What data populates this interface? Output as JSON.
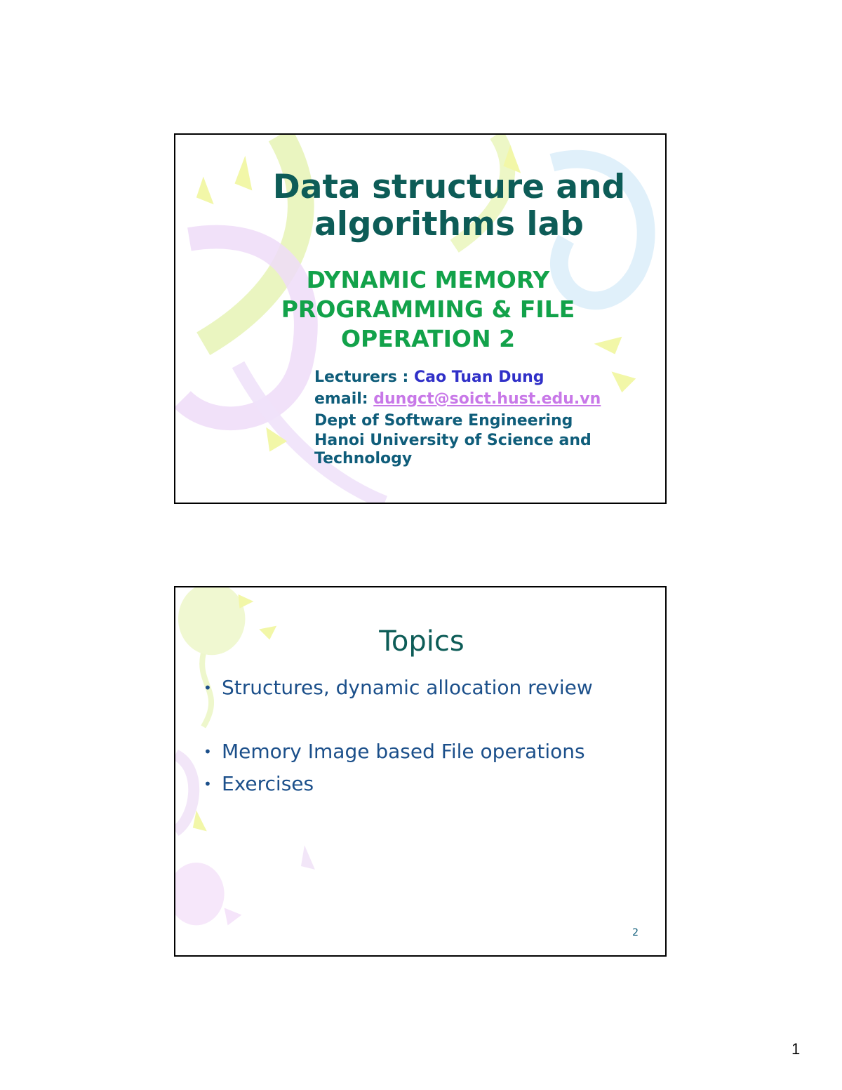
{
  "slide1": {
    "title": "Data structure and algorithms lab",
    "subtitle": "DYNAMIC MEMORY PROGRAMMING & FILE OPERATION 2",
    "lecturers_label": "Lecturers :",
    "lecturer_name": "Cao Tuan Dung",
    "email_label": "email:",
    "email": "dungct@soict.hust.edu.vn",
    "dept": "Dept of Software Engineering",
    "university": "Hanoi University of Science and Technology"
  },
  "slide2": {
    "title": "Topics",
    "bullets": [
      "Structures, dynamic allocation review",
      "Memory Image based File operations",
      "Exercises"
    ],
    "slide_number": "2"
  },
  "page_number": "1",
  "colors": {
    "title": "#0d5c57",
    "subtitle": "#12a24a",
    "info": "#0f5d7a",
    "lecturer": "#3030c8",
    "email_link": "#c878e8",
    "bullets": "#1b4f8a"
  }
}
